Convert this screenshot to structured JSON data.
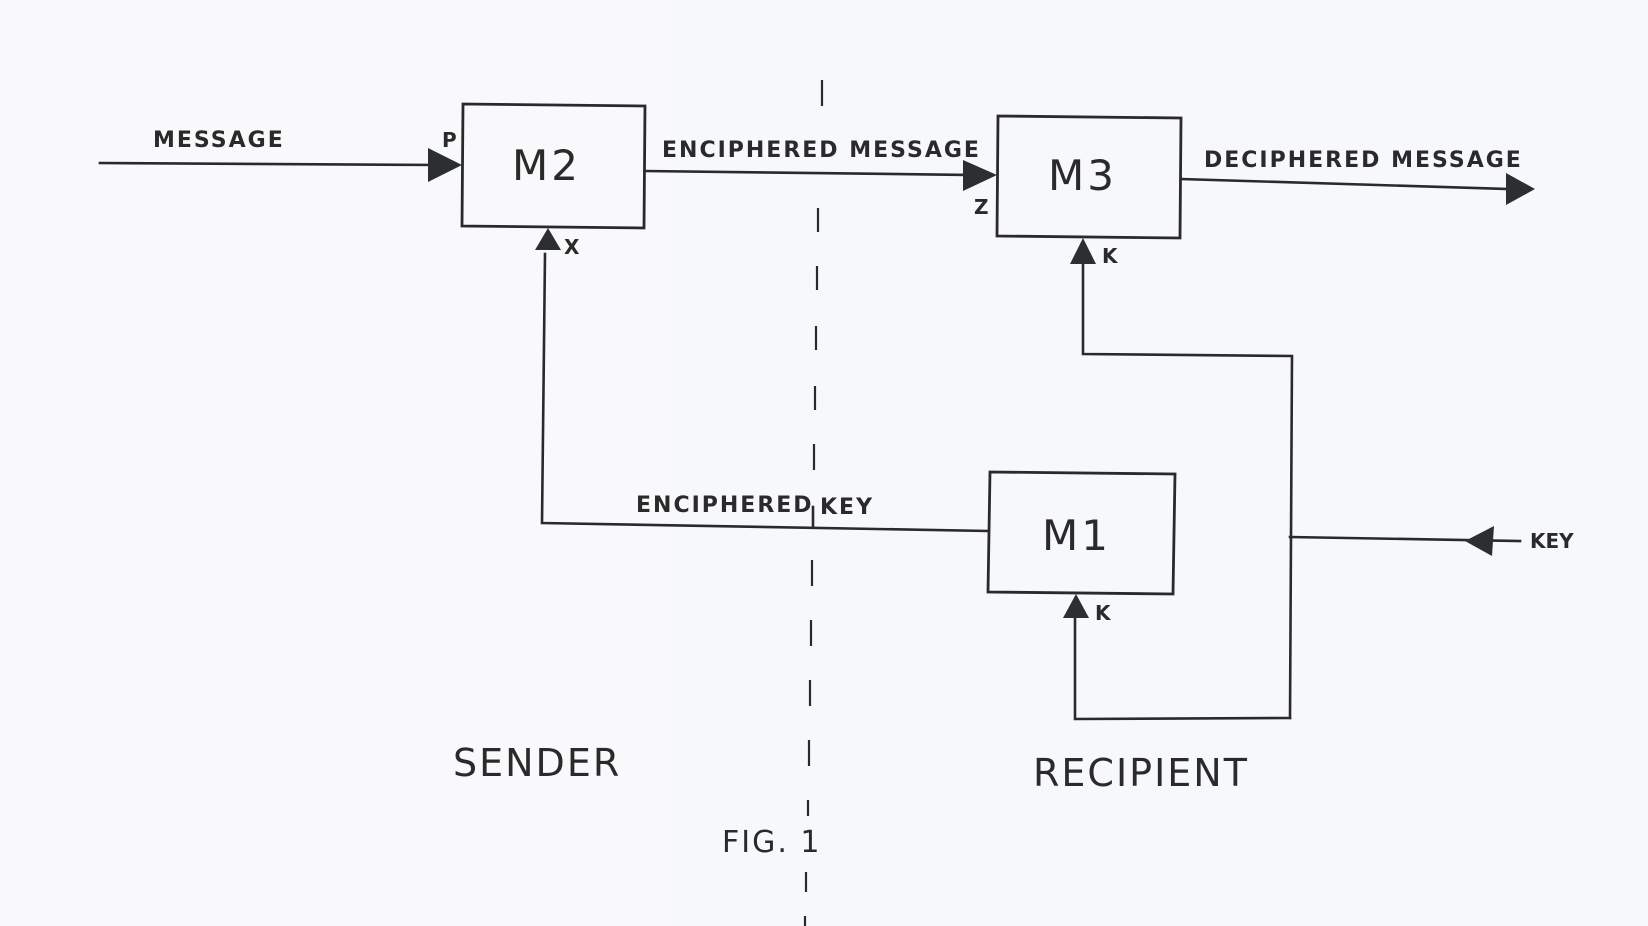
{
  "figure": {
    "caption": "FIG. 1",
    "sections": {
      "sender": "SENDER",
      "recipient": "RECIPIENT"
    },
    "blocks": {
      "m1": "M1",
      "m2": "M2",
      "m3": "M3"
    },
    "ports": {
      "m2_input": "P",
      "m2_key": "X",
      "m3_input": "Z",
      "m3_key": "K",
      "m1_key": "K"
    },
    "signals": {
      "message": "MESSAGE",
      "enciphered_message": "ENCIPHERED MESSAGE",
      "deciphered_message": "DECIPHERED MESSAGE",
      "enciphered_key_left": "ENCIPHERED",
      "enciphered_key_right": "KEY",
      "key_input": "KEY"
    },
    "connections": [
      {
        "from": "message",
        "to": "m2",
        "port": "P"
      },
      {
        "from": "m2",
        "to": "m3",
        "label": "ENCIPHERED MESSAGE",
        "port": "Z"
      },
      {
        "from": "m3",
        "to": "output",
        "label": "DECIPHERED MESSAGE"
      },
      {
        "from": "key",
        "to": "m3",
        "port": "K"
      },
      {
        "from": "key",
        "to": "m1",
        "port": "K"
      },
      {
        "from": "m1",
        "to": "m2",
        "label": "ENCIPHERED KEY",
        "port": "X"
      }
    ]
  }
}
